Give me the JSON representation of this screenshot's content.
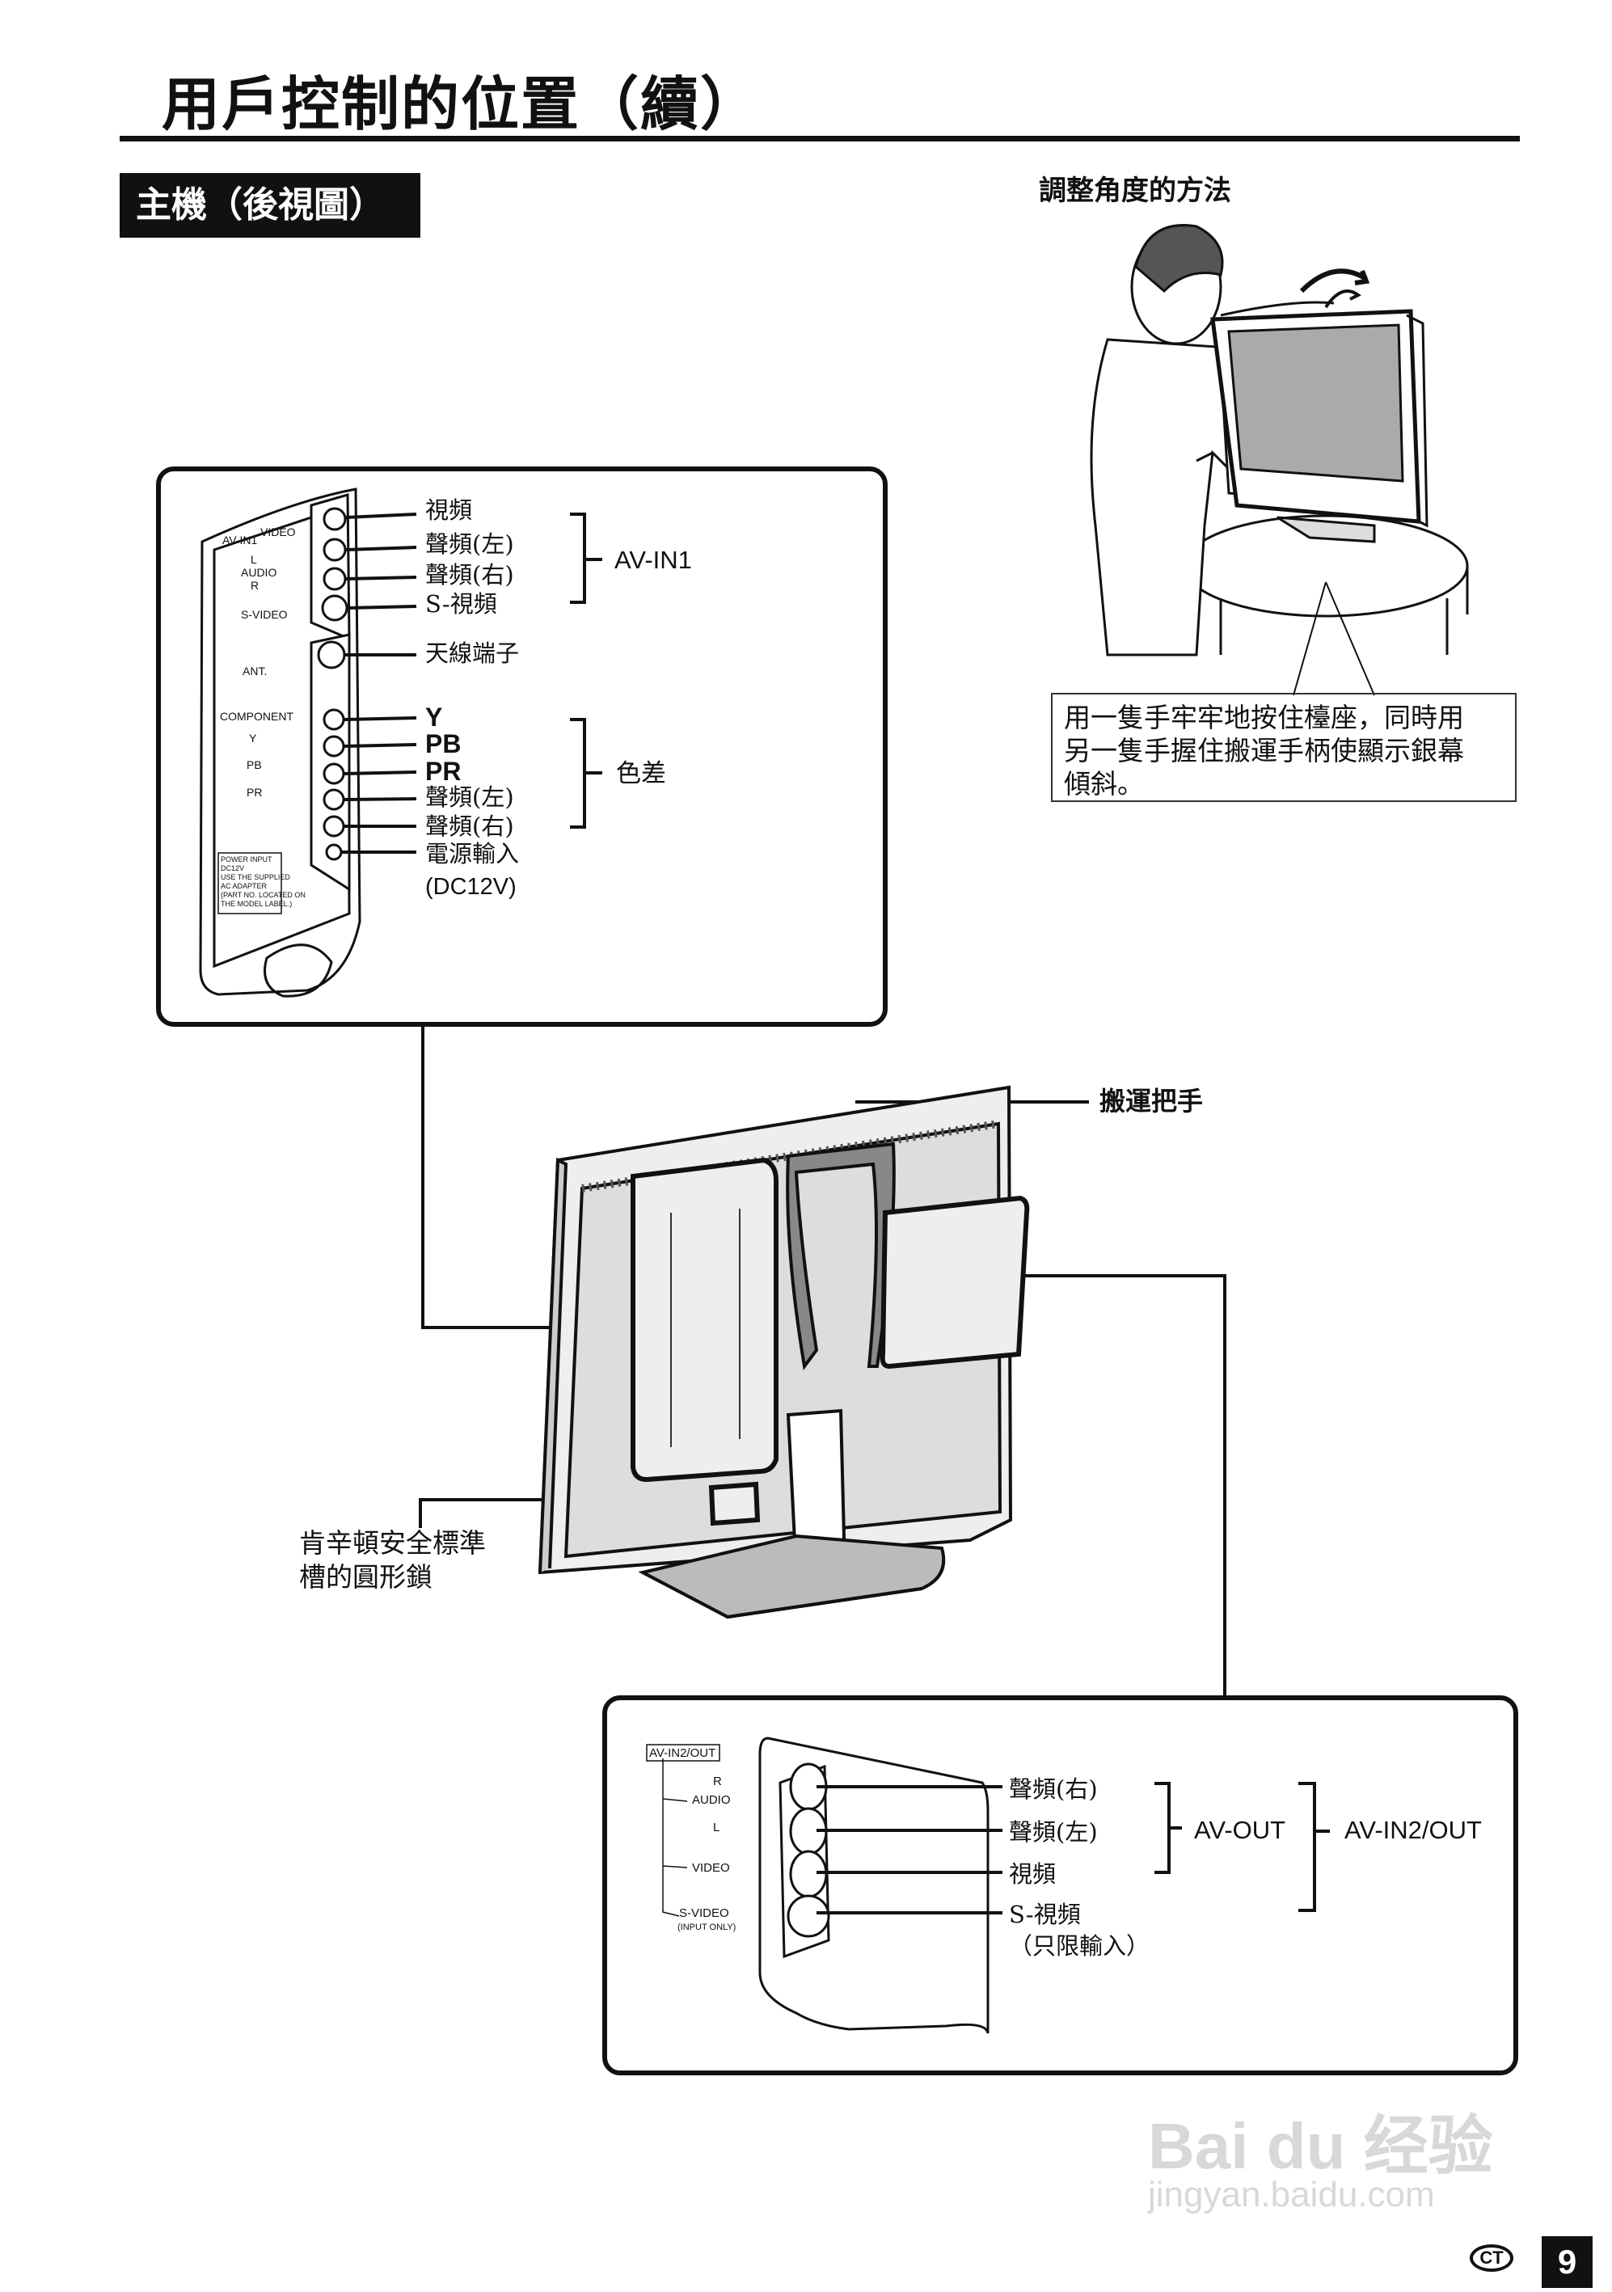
{
  "page": {
    "title": "用戶控制的位置（續）",
    "section_label": "主機（後視圖）",
    "page_number": "9",
    "language_badge": "CT"
  },
  "angle_adjust": {
    "heading": "調整角度的方法",
    "caption_lines": [
      "用一隻手牢牢地按住檯座，同時用",
      "另一隻手握住搬運手柄使顯示銀幕",
      "傾斜。"
    ]
  },
  "top_panel": {
    "labels": [
      "視頻",
      "聲頻(左)",
      "聲頻(右)",
      "S-視頻",
      "天線端子",
      "Y",
      "PB",
      "PR",
      "聲頻(左)",
      "聲頻(右)",
      "電源輸入",
      "(DC12V)"
    ],
    "groups": {
      "av_in1": "AV-IN1",
      "component": "色差"
    },
    "panel_print": {
      "av_in1": "AV-IN1",
      "video": "VIDEO",
      "l": "L",
      "audio": "AUDIO",
      "r": "R",
      "s_video": "S-VIDEO",
      "ant": "ANT.",
      "component": "COMPONENT",
      "y": "Y",
      "pb": "PB",
      "pr": "PR",
      "power": [
        "POWER INPUT",
        "DC12V",
        "USE THE SUPPLIED",
        "AC ADAPTER",
        "(PART NO. LOCATED ON",
        "THE MODEL LABEL.)"
      ]
    }
  },
  "main_view": {
    "carry_handle": "搬運把手",
    "kensington_lines": [
      "肯辛頓安全標準",
      "槽的圓形鎖"
    ]
  },
  "bottom_panel": {
    "labels": [
      "聲頻(右)",
      "聲頻(左)",
      "視頻",
      "S-視頻",
      "（只限輸入）"
    ],
    "groups": {
      "av_out": "AV-OUT",
      "av_in2_out": "AV-IN2/OUT"
    },
    "panel_print": {
      "title": "AV-IN2/OUT",
      "r": "R",
      "audio": "AUDIO",
      "l": "L",
      "video": "VIDEO",
      "s_video": "S-VIDEO",
      "input_only": "(INPUT ONLY)"
    }
  },
  "watermark": {
    "brand": "Bai du 经验",
    "url": "jingyan.baidu.com"
  }
}
